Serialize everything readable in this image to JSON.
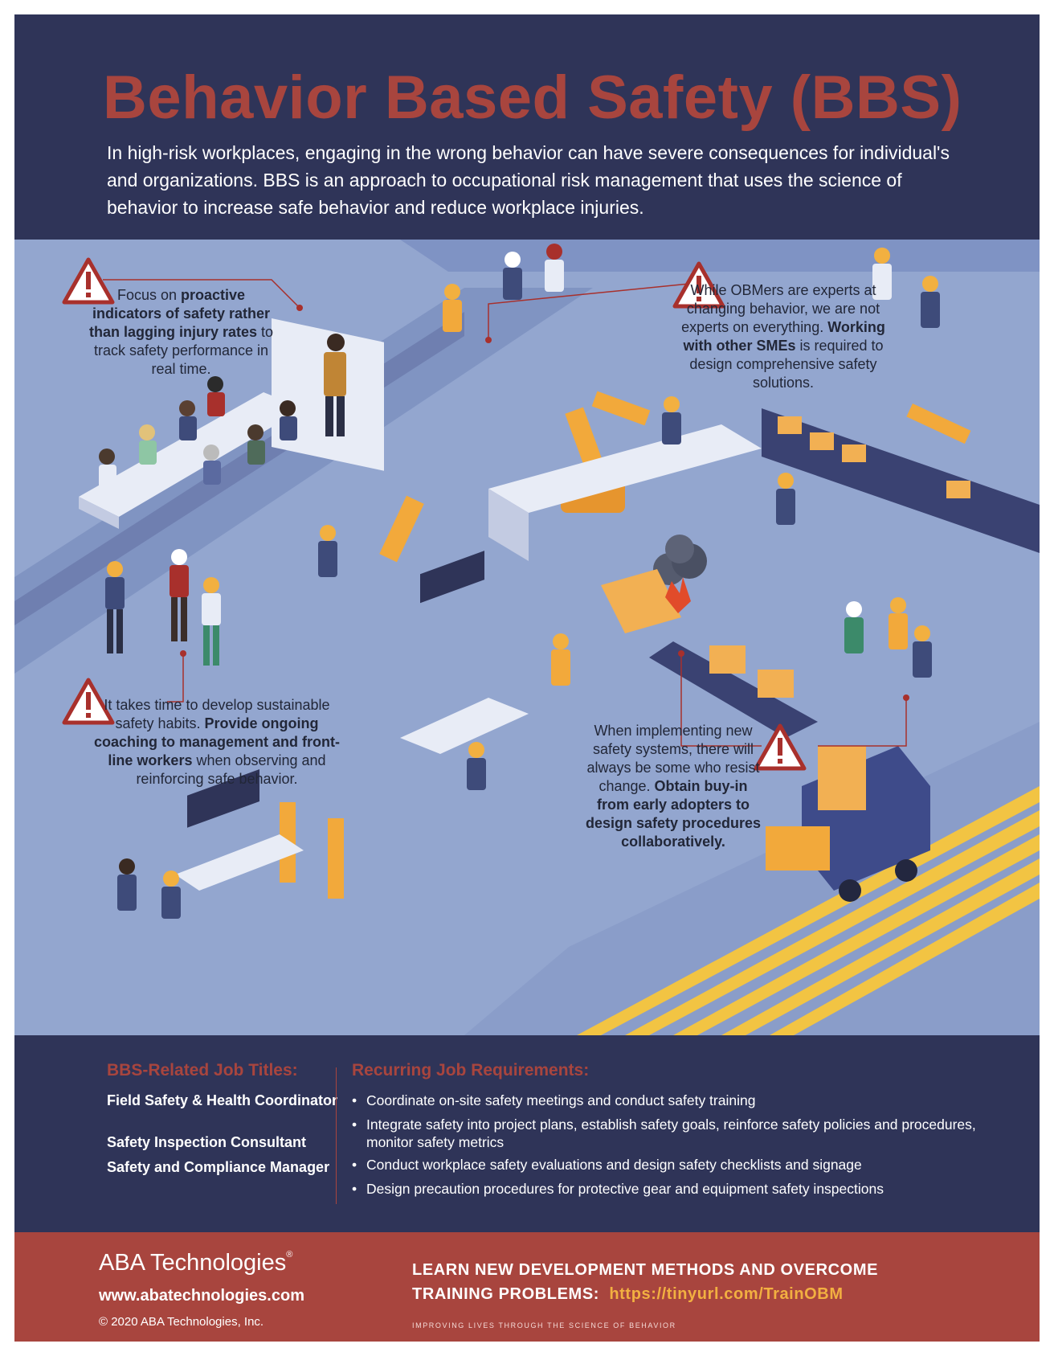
{
  "header": {
    "title": "Behavior Based Safety (BBS)",
    "intro": "In high-risk workplaces, engaging in the wrong behavior can have severe consequences for individual's and organizations. BBS is an approach to occupational risk management that uses the science of behavior to increase safe behavior and reduce workplace injuries."
  },
  "callouts": {
    "proactive": {
      "pre": "Focus on ",
      "bold": "proactive indicators of safety rather than lagging injury rates",
      "post": " to track safety performance in real time."
    },
    "smes": {
      "pre": "While OBMers are experts at changing behavior, we are not experts on everything. ",
      "bold": "Working with other SMEs",
      "post": " is required to design comprehensive safety solutions."
    },
    "coaching": {
      "pre": "It takes time to develop sustainable safety habits. ",
      "bold": "Provide ongoing coaching to management and front-line workers",
      "post": " when observing and reinforcing safe behavior."
    },
    "buyin": {
      "pre": "When implementing new safety systems, there will always be some who resist change. ",
      "bold": "Obtain buy-in from early adopters to design safety procedures collaboratively."
    }
  },
  "jobs": {
    "titles_heading": "BBS-Related Job Titles:",
    "titles": [
      "Field Safety & Health Coordinator",
      "Safety Inspection Consultant",
      "Safety and Compliance Manager"
    ],
    "requirements_heading": "Recurring Job Requirements:",
    "requirements": [
      "Coordinate on-site safety meetings and conduct safety training",
      "Integrate safety into project plans, establish safety goals, reinforce safety policies and procedures, monitor safety metrics",
      "Conduct workplace safety evaluations and design safety checklists and signage",
      "Design precaution procedures for protective gear and equipment safety inspections"
    ]
  },
  "footer": {
    "brand": "ABA Technologies",
    "brand_mark": "®",
    "website": "www.abatechnologies.com",
    "copyright": "© 2020 ABA Technologies, Inc.",
    "cta_line1": "LEARN NEW DEVELOPMENT METHODS AND OVERCOME",
    "cta_line2_prefix": "TRAINING PROBLEMS:",
    "cta_link": "https://tinyurl.com/TrainOBM",
    "tagline": "IMPROVING LIVES THROUGH THE SCIENCE OF BEHAVIOR"
  },
  "colors": {
    "navy": "#2f3458",
    "brick": "#a8453e",
    "floor": "#93a6cf",
    "link": "#f2b041",
    "worker_vest": "#f2a93b"
  },
  "icons": [
    "warning-icon"
  ]
}
